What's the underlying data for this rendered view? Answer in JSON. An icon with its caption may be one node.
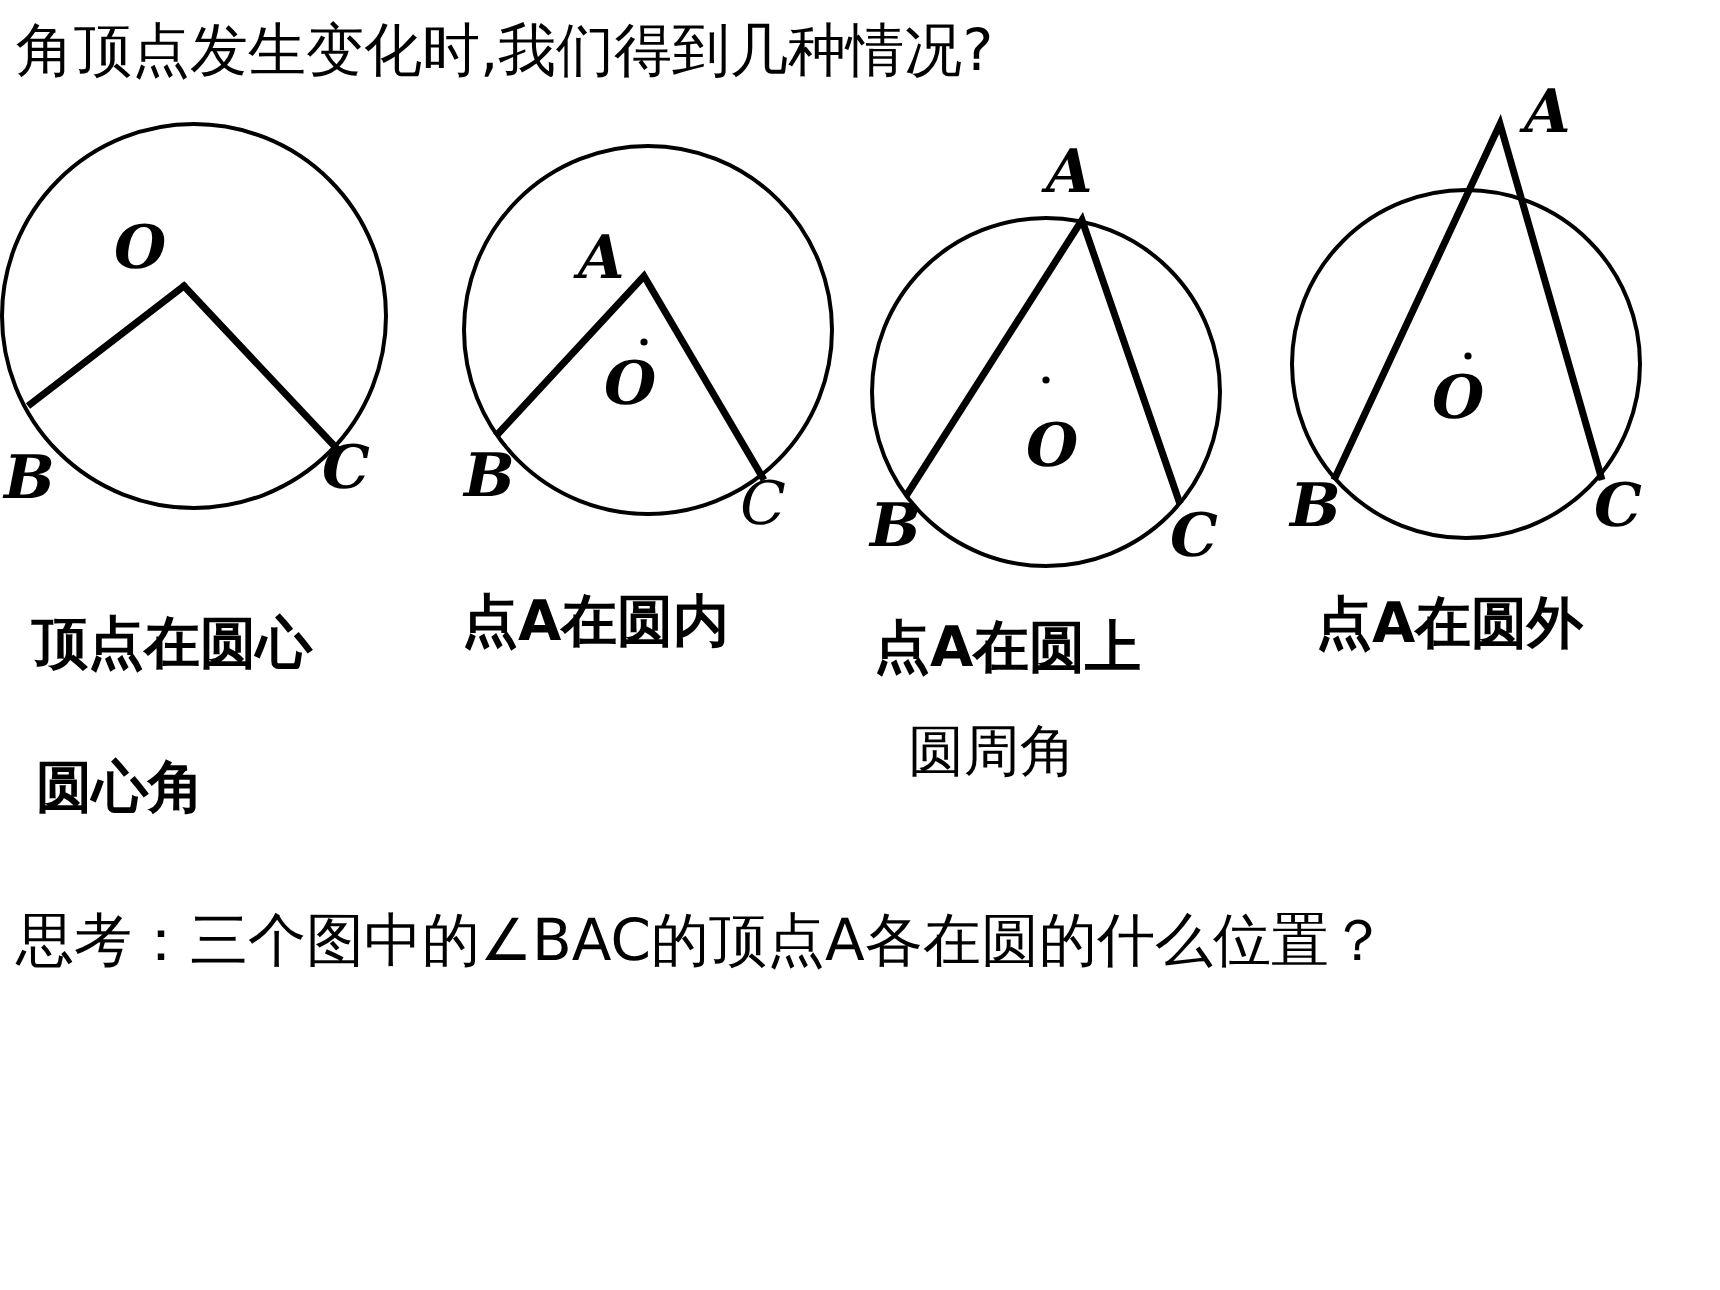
{
  "diagram": {
    "title": "角顶点发生变化时,我们得到几种情况?",
    "labels": [
      "O",
      "B",
      "C",
      "A",
      "O",
      "B",
      "C",
      "A",
      "O",
      "B",
      "C",
      "A",
      "O",
      "B",
      "C",
      "顶点在圆心",
      "点A在圆内",
      "点A在圆上",
      "点A在圆外",
      "圆心角",
      "圆周角",
      "思考：三个图中的∠BAC的顶点A各在圆的什么位置？"
    ]
  }
}
